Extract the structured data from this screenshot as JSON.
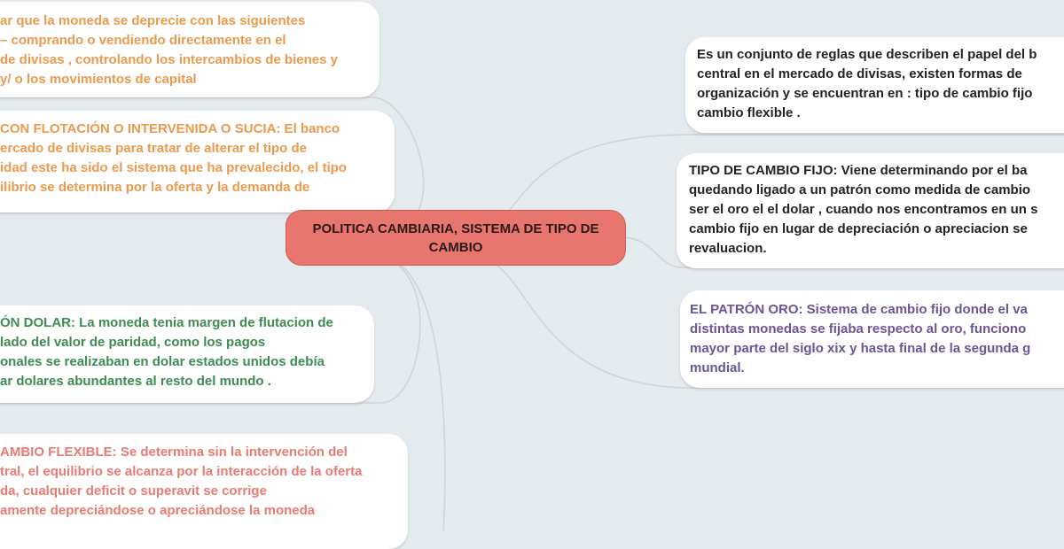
{
  "central": {
    "title": "POLITICA CAMBIARIA, SISTEMA DE TIPO DE CAMBIO"
  },
  "left_nodes": [
    {
      "lines": [
        "ar que la moneda se deprecie con las siguientes",
        "– comprando o vendiendo directamente en el",
        "de divisas , controlando los intercambios de bienes y",
        "y/ o los movimientos de capital"
      ],
      "color": "#ec9a4e"
    },
    {
      "lines": [
        " CON FLOTACIÓN O INTERVENIDA O SUCIA: El banco",
        "ercado de divisas para tratar de alterar el tipo de",
        "idad este ha sido el sistema que ha prevalecido, el tipo",
        "ilibrio se determina por la oferta y la demanda de"
      ],
      "color": "#ec9a4e"
    },
    {
      "lines": [
        "ÓN DOLAR: La moneda tenia margen de flutacion de",
        " lado del valor de paridad, como los pagos",
        "onales se realizaban en dolar estados unidos debía",
        "ar dolares abundantes al resto del mundo ."
      ],
      "color": "#3d8c52"
    },
    {
      "lines": [
        "AMBIO FLEXIBLE: Se determina sin la intervención del",
        "tral, el equilibrio se alcanza por la interacción de la oferta",
        "da, cualquier deficit o superavit se corrige",
        "amente depreciándose o apreciándose la moneda"
      ],
      "color": "#ea7b72"
    }
  ],
  "right_nodes": [
    {
      "lines": [
        "Es un conjunto de reglas que describen el papel del b",
        "central en el mercado de  divisas, existen formas de",
        "organización y se encuentran en : tipo de cambio fijo",
        "cambio flexible ."
      ],
      "color": "#1f2328"
    },
    {
      "lines": [
        "TIPO DE CAMBIO FIJO: Viene determinando por el ba",
        "quedando ligado a un patrón como medida de cambio",
        "ser el oro el el dolar , cuando nos encontramos en un s",
        "cambio fijo en lugar de depreciación o apreciacion se",
        "revaluacion."
      ],
      "color": "#1f2328"
    },
    {
      "lines": [
        "EL PATRÓN ORO: Sistema de cambio fijo donde el va",
        "distintas monedas se fijaba respecto al oro, funciono",
        "mayor parte del siglo xix y hasta final de la segunda g",
        "mundial."
      ],
      "color": "#6b5597"
    }
  ]
}
